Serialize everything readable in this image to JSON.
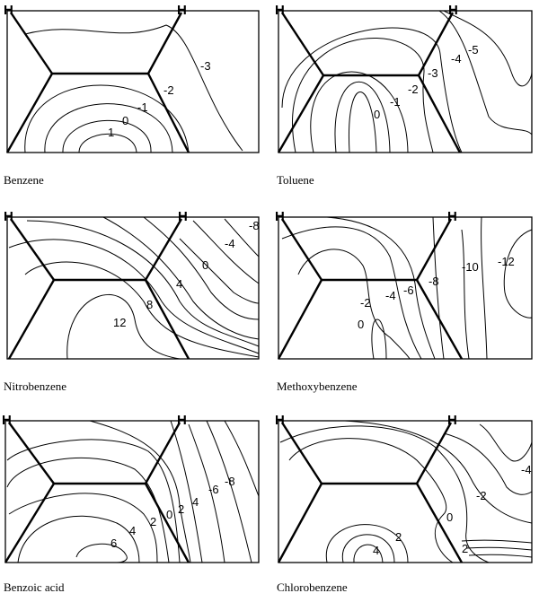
{
  "panels": [
    {
      "caption": "Benzene",
      "h_left": "H",
      "h_right": "H",
      "contour_labels": [
        "1",
        "0",
        "-1",
        "-2",
        "-3"
      ]
    },
    {
      "caption": "Toluene",
      "h_left": "H",
      "h_right": "H",
      "contour_labels": [
        "0",
        "-1",
        "-2",
        "-3",
        "-4",
        "-5"
      ]
    },
    {
      "caption": "Nitrobenzene",
      "h_left": "H",
      "h_right": "H",
      "contour_labels": [
        "12",
        "8",
        "4",
        "0",
        "-4",
        "-8"
      ]
    },
    {
      "caption": "Methoxybenzene",
      "h_left": "H",
      "h_right": "H",
      "contour_labels": [
        "0",
        "-2",
        "-4",
        "-6",
        "-8",
        "-10",
        "-12"
      ]
    },
    {
      "caption": "Benzoic acid",
      "h_left": "H",
      "h_right": "H",
      "contour_labels": [
        "6",
        "4",
        "2",
        "0",
        "2",
        "4",
        "-6",
        "-8"
      ]
    },
    {
      "caption": "Chlorobenzene",
      "h_left": "H",
      "h_right": "H",
      "contour_labels": [
        "4",
        "2",
        "0",
        "-2",
        "2",
        "-4"
      ]
    }
  ]
}
